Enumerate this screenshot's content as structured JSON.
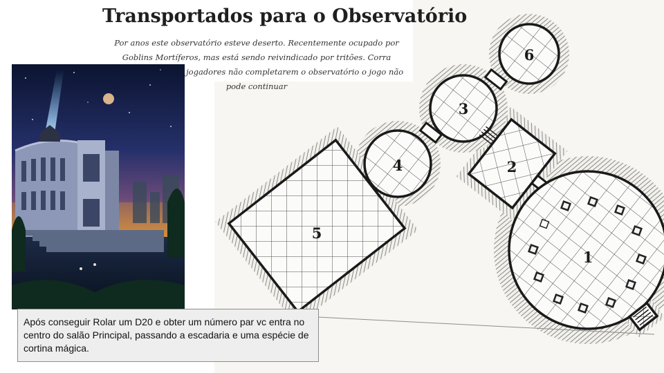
{
  "title": "Transportados para o Observatório",
  "intro": "Por anos este observatório esteve deserto. Recentemente ocupado por Goblins Mortíferos, mas está sendo reivindicado por tritões. Corra enquanto todos os jogadores não completarem o observatório o jogo não pode continuar",
  "callout": "Após conseguir Rolar um D20 e obter um número par vc entra no centro do salão Principal, passando a escadaria e uma espécie de cortina mágica.",
  "map": {
    "rooms": [
      {
        "label": "1",
        "shape": "circle",
        "note": "main hall with ring of pillars"
      },
      {
        "label": "2",
        "shape": "rectangle"
      },
      {
        "label": "3",
        "shape": "circle"
      },
      {
        "label": "4",
        "shape": "circle"
      },
      {
        "label": "5",
        "shape": "rectangle"
      },
      {
        "label": "6",
        "shape": "circle"
      }
    ],
    "colors": {
      "wall": "#1a1a1a",
      "floor": "#fbfbfa",
      "grid": "#4a4a4a",
      "hatch": "#707070",
      "pillar": "#505050"
    }
  },
  "illustration": {
    "subject": "observatory-at-night",
    "colors": {
      "sky_top": "#0b1430",
      "sky_horizon": "#e79a3a",
      "building": "#8d98b8",
      "beam": "#7fc4ff"
    }
  }
}
